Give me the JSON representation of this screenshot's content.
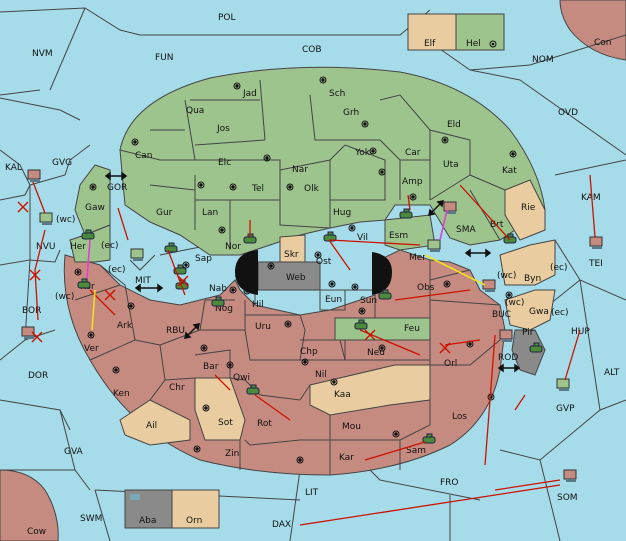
{
  "colors": {
    "sea": "#a6dcea",
    "green": "#9ec48e",
    "red": "#c68b80",
    "tan": "#e9cda0",
    "gray": "#8a8a8a",
    "order_arrow": "#cc1100",
    "support_yellow": "#f0e020",
    "convoy_magenta": "#e040d0"
  },
  "sea_regions": {
    "POL": "POL",
    "NVM": "NVM",
    "FUN": "FUN",
    "COB": "COB",
    "NOM": "NOM",
    "OVD": "OVD",
    "KAL": "KAL",
    "GVG": "GVG",
    "KAM": "KAM",
    "TEI": "TEI",
    "HUP": "HUP",
    "ALT": "ALT",
    "GVP": "GVP",
    "GVA": "GVA",
    "FRO": "FRO",
    "SWM": "SWM",
    "LIT": "LIT",
    "DAX": "DAX",
    "SOM": "SOM",
    "DOR": "DOR",
    "BOR": "BOR",
    "NVU": "NVU",
    "MIT": "MIT",
    "RBU": "RBU",
    "GOR": "GOR",
    "SMA": "SMA",
    "BUC": "BUC",
    "ROD": "ROD"
  },
  "land_regions": {
    "Jad": "Jad",
    "Sch": "Sch",
    "Qua": "Qua",
    "Jos": "Jos",
    "Grh": "Grh",
    "Eld": "Eld",
    "Can": "Can",
    "Yok": "Yok",
    "Car": "Car",
    "Uta": "Uta",
    "Elc": "Elc",
    "Nar": "Nar",
    "Kat": "Kat",
    "Amp": "Amp",
    "Tel": "Tel",
    "Olk": "Olk",
    "Rie": "Rie",
    "Gur": "Gur",
    "Lan": "Lan",
    "Hug": "Hug",
    "Brt": "Brt",
    "Esm": "Esm",
    "Gaw": "Gaw",
    "Her": "Her",
    "Nor": "Nor",
    "Skr": "Skr",
    "Vil": "Vil",
    "Sap": "Sap",
    "Web": "Web",
    "Ost": "Ost",
    "Mer": "Mer",
    "Byn": "Byn",
    "Kor": "Kor",
    "Nab": "Nab",
    "Eun": "Eun",
    "Obs": "Obs",
    "Hil": "Hil",
    "Sun": "Sun",
    "Gwa": "Gwa",
    "Ark": "Ark",
    "Nog": "Nog",
    "Uru": "Uru",
    "Feu": "Feu",
    "Pir": "Pir",
    "Ver": "Ver",
    "Chp": "Chp",
    "Neu": "Neu",
    "Bar": "Bar",
    "Orl": "Orl",
    "Qwi": "Qwi",
    "Nil": "Nil",
    "Ken": "Ken",
    "Chr": "Chr",
    "Kaa": "Kaa",
    "Sot": "Sot",
    "Rot": "Rot",
    "Ail": "Ail",
    "Los": "Los",
    "Mou": "Mou",
    "Zin": "Zin",
    "Sam": "Sam",
    "Kar": "Kar",
    "Cow": "Cow",
    "Con": "Con"
  },
  "coast_tags": {
    "wc1": "(wc)",
    "ec1": "(ec)",
    "ec2": "(ec)",
    "wc2": "(wc)",
    "wc3": "(wc)",
    "wc4": "(wc)",
    "ec3": "(ec)",
    "ec4": "(ec)"
  },
  "inset_top": {
    "left": "Elf",
    "right": "Hel"
  },
  "inset_bottom": {
    "left": "Aba",
    "right": "Orn"
  }
}
